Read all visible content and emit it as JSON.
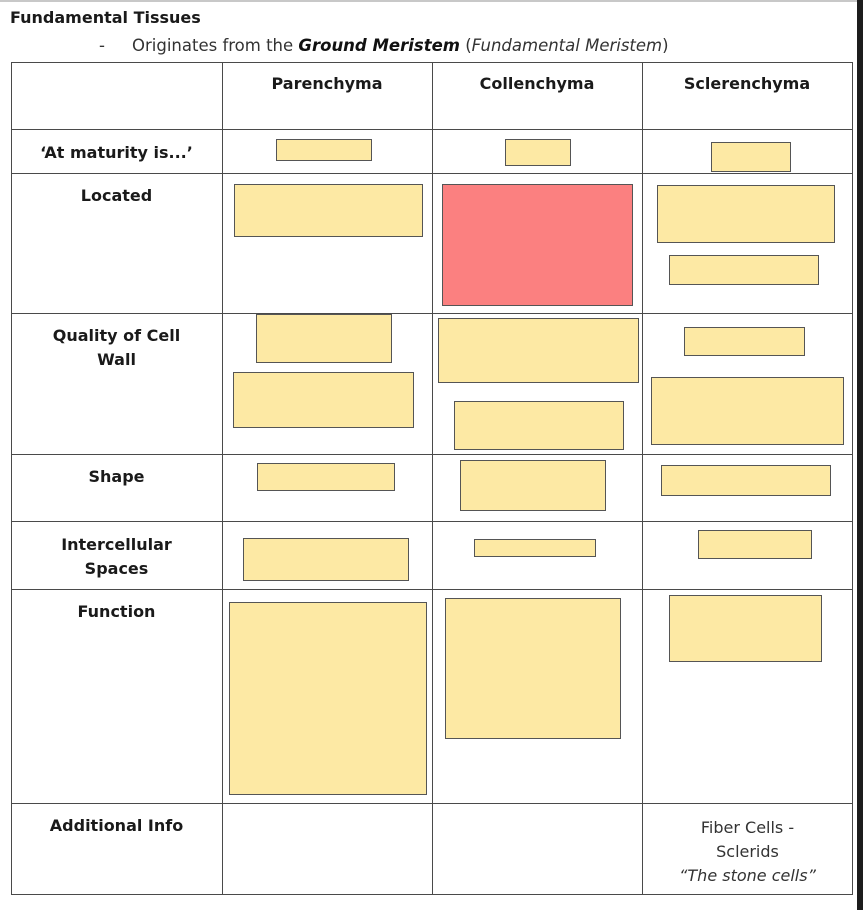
{
  "title": "Fundamental Tissues",
  "subtitle": {
    "dash": "-",
    "prefix": "Originates from the ",
    "bold": "Ground Meristem",
    "middle": " (",
    "italic": "Fundamental Meristem",
    "suffix": ")"
  },
  "columns": [
    "Parenchyma",
    "Collenchyma",
    "Sclerenchyma"
  ],
  "rows": [
    "‘At maturity is...’",
    "Located",
    "Quality of Cell Wall",
    "Shape",
    "Intercellular Spaces",
    "Function",
    "Additional Info"
  ],
  "additional_info": {
    "line1": "Fiber Cells -",
    "line2": "Sclerids",
    "line3": "“The stone cells”"
  },
  "colors": {
    "answer_box": "#fde9a4",
    "highlight_box": "#fb8080"
  }
}
